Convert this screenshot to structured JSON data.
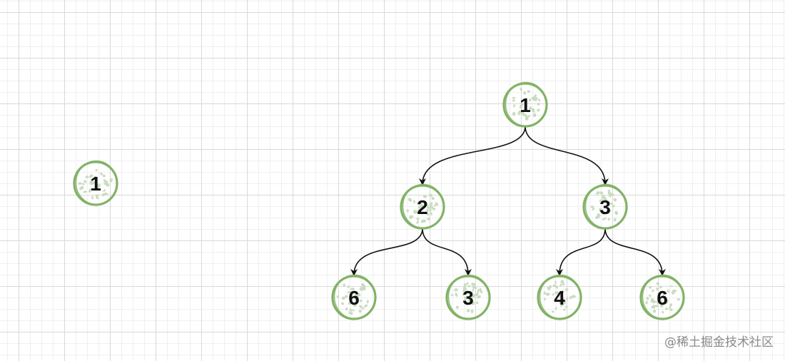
{
  "colors": {
    "node_stroke": "#82b366",
    "node_fill_dots": "#c9dcc0",
    "edge": "#111111",
    "label": "#111111"
  },
  "nodes": [
    {
      "id": "single",
      "label": "1"
    },
    {
      "id": "root",
      "label": "1"
    },
    {
      "id": "left",
      "label": "2"
    },
    {
      "id": "right",
      "label": "3"
    },
    {
      "id": "left-left",
      "label": "6"
    },
    {
      "id": "left-right",
      "label": "3"
    },
    {
      "id": "right-left",
      "label": "4"
    },
    {
      "id": "right-right",
      "label": "6"
    }
  ],
  "edges": [
    {
      "from": "root",
      "to": "left"
    },
    {
      "from": "root",
      "to": "right"
    },
    {
      "from": "left",
      "to": "left-left"
    },
    {
      "from": "left",
      "to": "left-right"
    },
    {
      "from": "right",
      "to": "right-left"
    },
    {
      "from": "right",
      "to": "right-right"
    }
  ],
  "watermark": "@稀土掘金技术社区"
}
